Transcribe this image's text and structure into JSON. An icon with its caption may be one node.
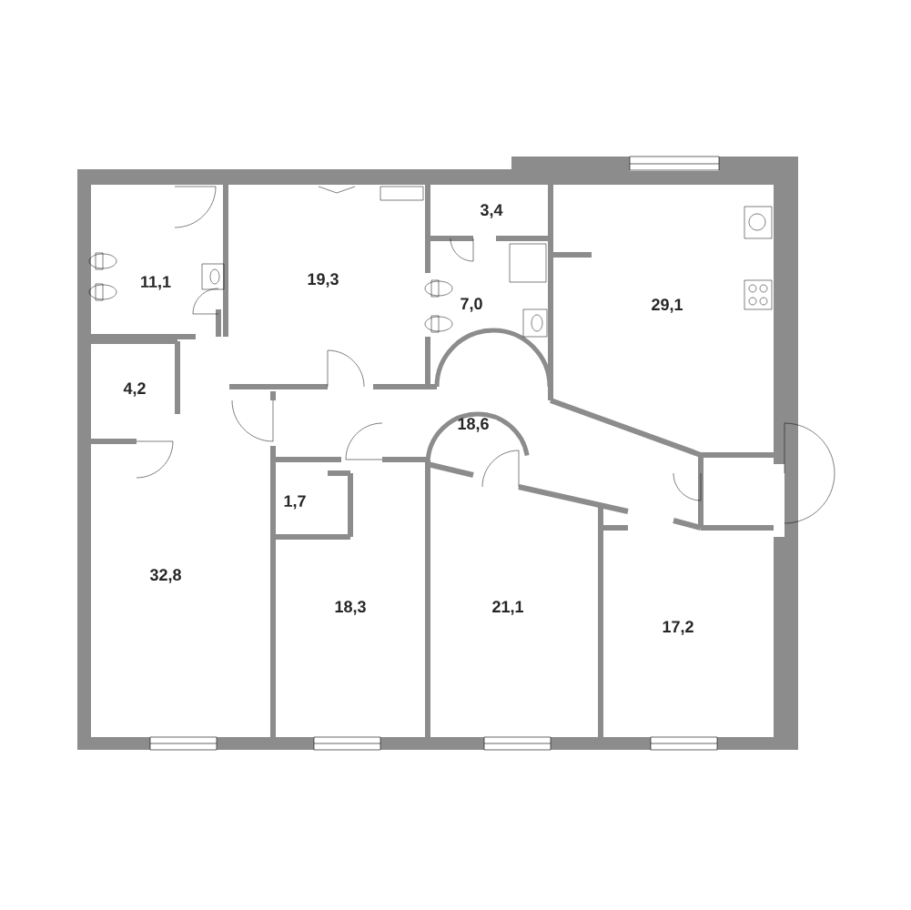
{
  "diagram": {
    "labels": [
      "3,4",
      "11,1",
      "19,3",
      "29,1",
      "7,0",
      "4,2",
      "18,6",
      "1,7",
      "32,8",
      "18,3",
      "21,1",
      "17,2"
    ]
  }
}
